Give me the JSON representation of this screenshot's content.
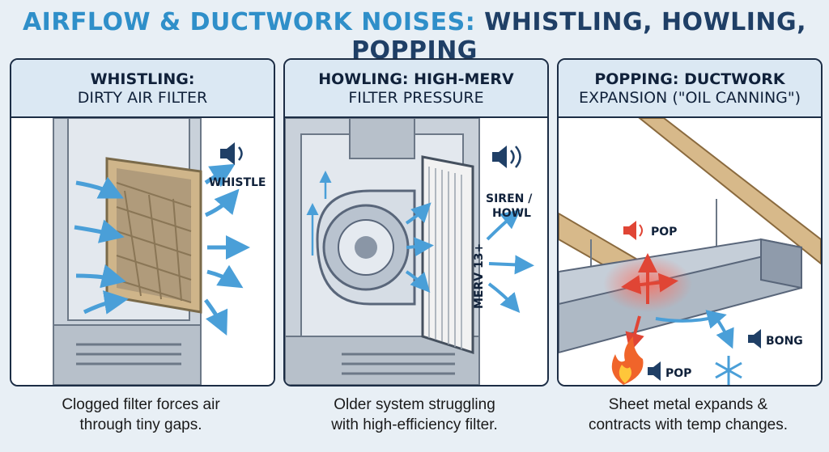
{
  "title": {
    "part1": "AIRFLOW & DUCTWORK NOISES:",
    "part2": "WHISTLING, HOWLING, POPPING"
  },
  "panels": [
    {
      "heading_line1": "WHISTLING:",
      "heading_line2": "DIRTY AIR FILTER",
      "sound_label": "WHISTLE",
      "caption_line1": "Clogged filter forces air",
      "caption_line2": "through tiny gaps.",
      "icons": [
        "speaker-icon",
        "airflow-arrow-icon"
      ]
    },
    {
      "heading_line1": "HOWLING: HIGH-MERV",
      "heading_line2": "FILTER PRESSURE",
      "sound_label_line1": "SIREN /",
      "sound_label_line2": "HOWL",
      "filter_label": "MERV 13+",
      "caption_line1": "Older system struggling",
      "caption_line2": "with high-efficiency filter.",
      "icons": [
        "speaker-icon",
        "blower-fan-icon"
      ]
    },
    {
      "heading_line1": "POPPING: DUCTWORK",
      "heading_line2": "EXPANSION (\"OIL CANNING\")",
      "pop_label_top": "POP",
      "pop_label_bottom": "POP",
      "bong_label": "BONG",
      "caption_line1": "Sheet metal expands &",
      "caption_line2": "contracts with temp changes.",
      "icons": [
        "speaker-icon",
        "flame-icon",
        "snowflake-icon"
      ]
    }
  ],
  "colors": {
    "title_accent": "#2f8fc9",
    "title_dark": "#1f3f66",
    "airflow_blue": "#4a9fd8",
    "hot_red": "#e04535",
    "panel_header_bg": "#dbe8f3"
  }
}
